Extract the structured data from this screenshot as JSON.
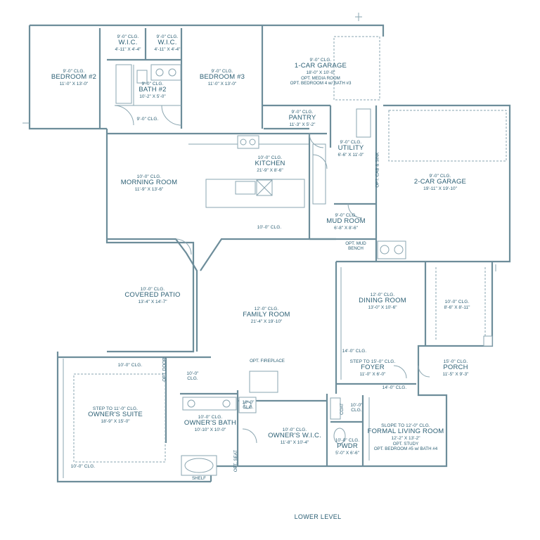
{
  "floor_label": "LOWER LEVEL",
  "rooms": [
    {
      "key": "wic1",
      "clg": "9'-0\" CLG.",
      "name": "W.I.C.",
      "dim": "4'-11\" X 4'-4\""
    },
    {
      "key": "wic2",
      "clg": "9'-0\" CLG.",
      "name": "W.I.C.",
      "dim": "4'-11\" X 4'-4\""
    },
    {
      "key": "bedroom2",
      "clg": "9'-0\" CLG.",
      "name": "BEDROOM #2",
      "dim": "11'-0\" X 13'-0\""
    },
    {
      "key": "bath2",
      "clg": "9'-0\" CLG.",
      "name": "BATH #2",
      "dim": "10'-2\" X 5'-0\""
    },
    {
      "key": "bedroom3",
      "clg": "9'-0\" CLG.",
      "name": "BEDROOM #3",
      "dim": "11'-0\" X 13'-0\""
    },
    {
      "key": "garage1",
      "clg": "9'-0\" CLG.",
      "name": "1-CAR GARAGE",
      "dim": "18'-0\" X 10'-0\"",
      "notes": [
        "OPT. MEDIA ROOM",
        "OPT. BEDROOM 4 w/ BATH #3"
      ]
    },
    {
      "key": "pantry",
      "clg": "9'-0\" CLG.",
      "name": "PANTRY",
      "dim": "11'-3\" X 5'-2\""
    },
    {
      "key": "kitchen",
      "clg": "10'-0\" CLG.",
      "name": "KITCHEN",
      "dim": "21'-9\" X 8'-6\""
    },
    {
      "key": "utility",
      "clg": "9'-0\" CLG.",
      "name": "UTILITY",
      "dim": "6'-6\" X 11'-0\""
    },
    {
      "key": "garage2",
      "clg": "9'-0\" CLG.",
      "name": "2-CAR GARAGE",
      "dim": "19'-11\" X 19'-10\""
    },
    {
      "key": "morning",
      "clg": "10'-0\" CLG.",
      "name": "MORNING ROOM",
      "dim": "11'-9\" X 13'-6\""
    },
    {
      "key": "mudroom",
      "clg": "9'-0\" CLG.",
      "name": "MUD ROOM",
      "dim": "6'-8\" X 8'-6\""
    },
    {
      "key": "patio",
      "clg": "10'-0\" CLG.",
      "name": "COVERED PATIO",
      "dim": "13'-4\" X 14'-7\""
    },
    {
      "key": "family",
      "clg": "12'-0\" CLG.",
      "name": "FAMILY ROOM",
      "dim": "21'-4\" X 19'-10\""
    },
    {
      "key": "dining",
      "clg": "12'-0\" CLG.",
      "name": "DINING ROOM",
      "dim": "13'-0\" X 10'-6\""
    },
    {
      "key": "foyer",
      "clg": "STEP TO 15'-0\" CLG.",
      "name": "FOYER",
      "dim": "11'-0\" X 6'-0\""
    },
    {
      "key": "porch",
      "clg": "15'-0\" CLG.",
      "name": "PORCH",
      "dim": "11'-5\" X 9'-3\""
    },
    {
      "key": "owners_suite",
      "clg": "STEP TO 11'-0\" CLG.",
      "name": "OWNER'S SUITE",
      "dim": "18'-9\" X 15'-0\""
    },
    {
      "key": "owners_bath",
      "clg": "10'-0\" CLG.",
      "name": "OWNER'S BATH",
      "dim": "10'-10\" X 10'-0\""
    },
    {
      "key": "owners_wic",
      "clg": "10'-0\" CLG.",
      "name": "OWNER'S W.I.C.",
      "dim": "11'-8\" X 10'-4\""
    },
    {
      "key": "pwdr",
      "clg": "10'-0\" CLG.",
      "name": "PWDR",
      "dim": "5'-0\" X 6'-6\""
    },
    {
      "key": "formal_living",
      "clg": "SLOPE TO 12'-0\" CLG.",
      "name": "FORMAL LIVING ROOM",
      "dim": "12'-2\" X 13'-2\"",
      "notes": [
        "OPT. STUDY",
        "OPT. BEDROOM #5 w/ BATH #4"
      ]
    }
  ],
  "notes": {
    "hall_clg": "9'-0\" CLG.",
    "family_ext_clg": "10'-0\" CLG.",
    "mud_bench": "OPT. MUD BENCH",
    "opt_cab_sink": "OPT. CAB & SINK",
    "front_clg": "10'-0\" CLG.",
    "front_dim": "8'-6\" X 8'-11\"",
    "foyer_top_clg": "14'-0\" CLG.",
    "foyer_bot_clg": "14'-0\" CLG.",
    "opt_door": "OPT. DOOR",
    "suite_top_clg": "10'-0\" CLG.",
    "suite_corner_clg": "10'-0\" CLG.",
    "suite_bottom_clg": "10'-0\" CLG.",
    "closet_clg": "10'-0\" CLG.",
    "coat_clg": "10'-0\" CLG.",
    "coat": "COAT",
    "opt_fireplace": "OPT. FIREPLACE",
    "opt_seat": "OPT. SEAT",
    "shelf": "SHELF"
  }
}
